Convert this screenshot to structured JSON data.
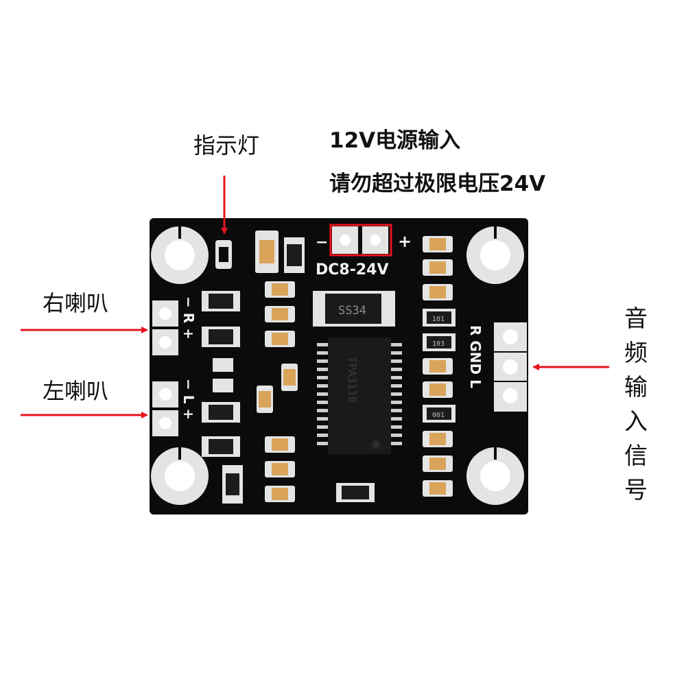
{
  "labels": {
    "indicator": "指示灯",
    "power_line1": "12V电源输入",
    "power_line2": "请勿超过极限电压24V",
    "right_speaker": "右喇叭",
    "left_speaker": "左喇叭",
    "audio_input": [
      "音",
      "频",
      "输",
      "入",
      "信",
      "号"
    ]
  },
  "silkscreen": {
    "dc_range": "DC8-24V",
    "minus": "−",
    "plus": "+",
    "right_pins": "− R +",
    "left_pins": "− L +",
    "input_pins": "R GND L",
    "diode": "SS34",
    "chip": "TPA3110",
    "res_code_1": "101",
    "res_code_2": "103",
    "res_code_3": "001"
  },
  "colors": {
    "board": "#0b0b0b",
    "arrow": "#e8141e",
    "highlight_box": "#e8141e",
    "pad": "#e4e4e4"
  }
}
